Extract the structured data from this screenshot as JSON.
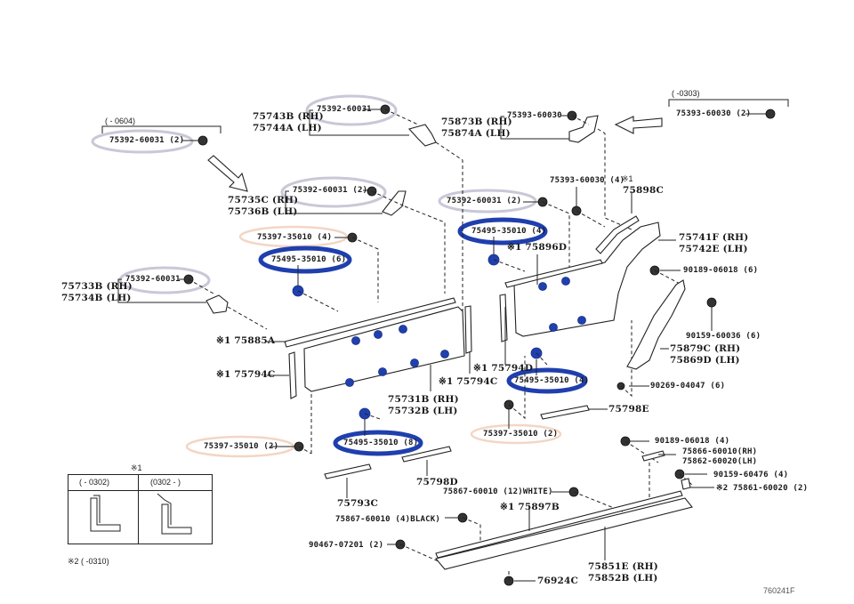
{
  "diagram": {
    "type": "exploded parts diagram",
    "subject": "Vehicle side body moulding / fender flare / rocker panel assembly",
    "figure_id": "760241F",
    "highlight_colors": {
      "blue_circle": "#1f3fae",
      "grey_circle": "#c8c8d8",
      "peach_circle": "#f3d6c4",
      "clip_blue": "#2040b0"
    }
  },
  "callouts": {
    "top_left_bracket_range": "(      - 0604)",
    "top_left_clip": "75392-60031 (2)",
    "p75743B": "75743B (RH)",
    "p75744A": "75744A (LH)",
    "p75743_clip": "75392-60031",
    "p75735C": "75735C (RH)",
    "p75736B": "75736B (LH)",
    "p75735_clip": "75392-60031 (2)",
    "p75873B": "75873B (RH)",
    "p75874A": "75874A (LH)",
    "p75873_clip": "75393-60030",
    "top_right_bracket_range": "(       -0303)",
    "top_right_clip": "75393-60030 (2)",
    "mid_clip_75392": "75392-60031 (2)",
    "clip_75393_4": "75393-60030 (4)",
    "note1_75898C_mark": "※1",
    "p75898C": "75898C",
    "p75397_4": "75397-35010 (4)",
    "p75495_6": "75495-35010 (6)",
    "p75495_4_top": "75495-35010 (4)",
    "p75896D": "※1 75896D",
    "p75741F": "75741F (RH)",
    "p75742E": "75742E (LH)",
    "p90189_6": "90189-06018 (6)",
    "p75733B": "75733B (RH)",
    "p75734B": "75734B (LH)",
    "p75733_clip": "75392-60031",
    "p90159_60036": "90159-60036 (6)",
    "p75879C": "75879C (RH)",
    "p75869D": "75869D (LH)",
    "p75885A": "※1 75885A",
    "p75794C_left": "※1 75794C",
    "p75794D": "※1 75794D",
    "p75794C_mid": "※1 75794C",
    "p75495_4_bottom": "75495-35010 (4)",
    "p90269": "90269-04047 (6)",
    "p75731B": "75731B (RH)",
    "p75732B": "75732B (LH)",
    "p75798E": "75798E",
    "p75397_2_right": "75397-35010 (2)",
    "p75397_2_left": "75397-35010 (2)",
    "p75495_8": "75495-35010 (8)",
    "p90189_4": "90189-06018 (4)",
    "p75866": "75866-60010(RH)",
    "p75862": "75862-60020(LH)",
    "p90159_60476": "90159-60476 (4)",
    "p75861": "※2 75861-60020 (2)",
    "p75798D": "75798D",
    "p75793C": "75793C",
    "p75867_white": "75867-60010 (12)WHITE)",
    "p75897B": "※1 75897B",
    "p75867_black": "75867-60010 (4)BLACK)",
    "p90467": "90467-07201 (2)",
    "p75851E": "75851E (RH)",
    "p75852B": "75852B (LH)",
    "p76924C": "76924C"
  },
  "legend": {
    "title": "※1",
    "col1_header": "(      - 0302)",
    "col2_header": "(0302 -      )",
    "note2": "※2 (        -0310)"
  },
  "footer": {
    "figure_code": "760241F"
  }
}
